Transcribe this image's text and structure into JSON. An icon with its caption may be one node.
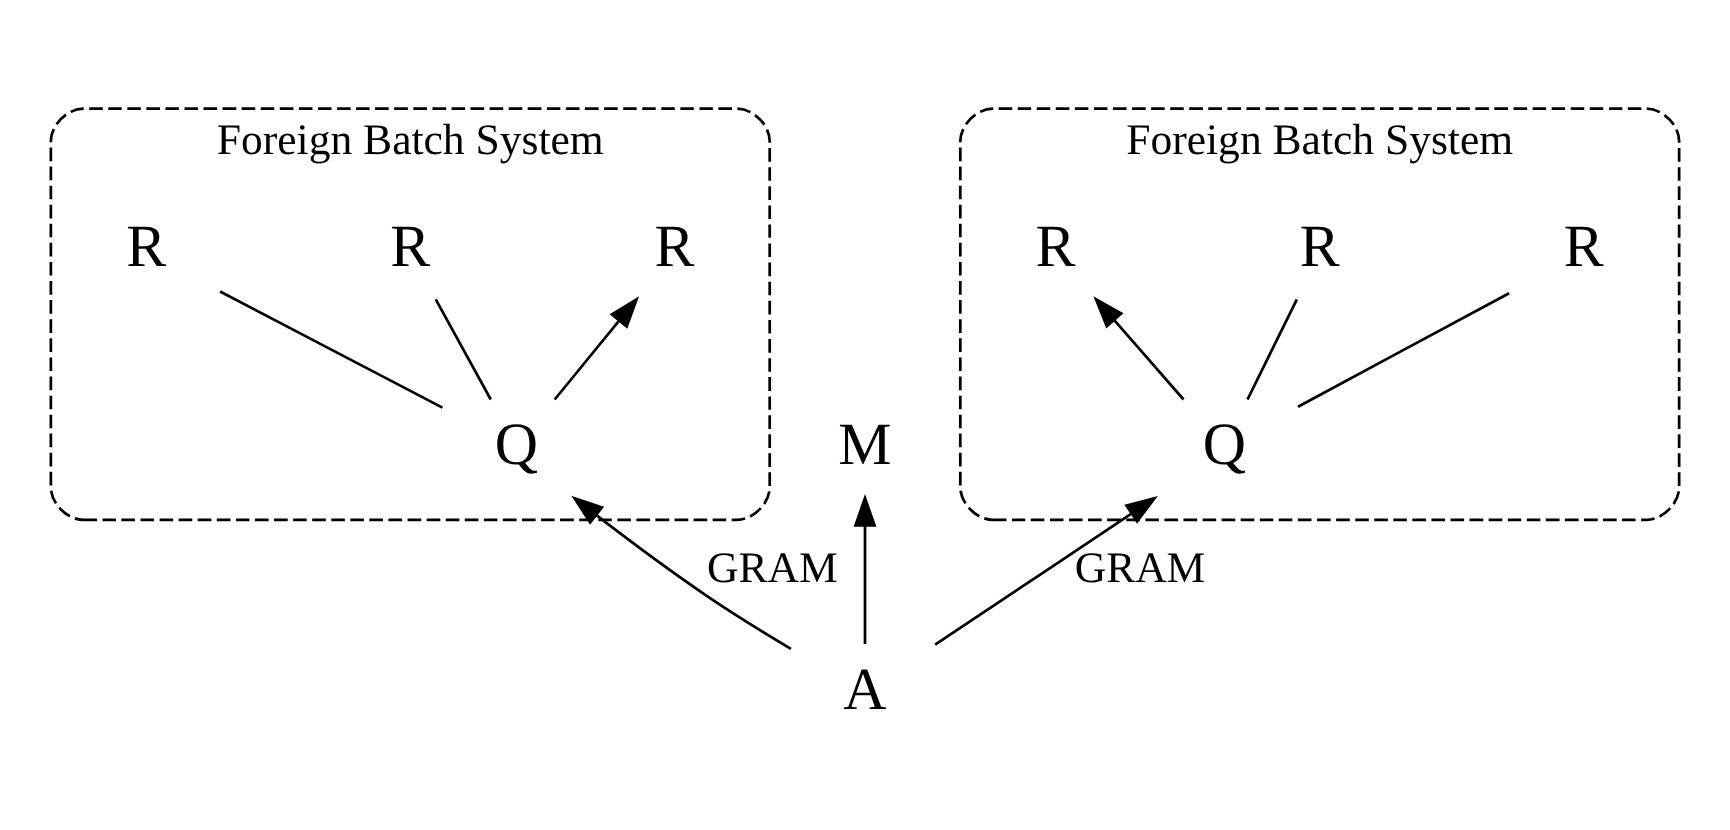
{
  "diagram": {
    "nodes": [
      {
        "text": [
          "Foreign Batch System"
        ]
      },
      {
        "text": [
          "R"
        ],
        "in": 0
      },
      {
        "text": [
          "R"
        ],
        "in": 0
      },
      {
        "text": [
          "R"
        ],
        "in": 0
      },
      {
        "text": [
          "Q"
        ],
        "in": 0
      },
      {
        "text": [
          "Foreign Batch System"
        ]
      },
      {
        "text": [
          "R"
        ],
        "in": 5
      },
      {
        "text": [
          "R"
        ],
        "in": 5
      },
      {
        "text": [
          "R"
        ],
        "in": 5
      },
      {
        "text": [
          "Q"
        ],
        "in": 5
      },
      {
        "text": [
          "M"
        ]
      },
      {
        "text": [
          "A"
        ]
      }
    ],
    "edges": [
      {
        "from": 4,
        "to": 1,
        "arrow": "none"
      },
      {
        "from": 4,
        "to": 2,
        "arrow": "none"
      },
      {
        "from": 4,
        "to": 3,
        "arrow": "to"
      },
      {
        "from": 9,
        "to": 6,
        "arrow": "to"
      },
      {
        "from": 9,
        "to": 7,
        "arrow": "none"
      },
      {
        "from": 9,
        "to": 8,
        "arrow": "none"
      },
      {
        "from": 11,
        "to": 4,
        "arrow": "to",
        "label": "GRAM"
      },
      {
        "from": 11,
        "to": 10,
        "arrow": "to"
      },
      {
        "from": 11,
        "to": 9,
        "arrow": "to",
        "label": "GRAM"
      }
    ]
  }
}
